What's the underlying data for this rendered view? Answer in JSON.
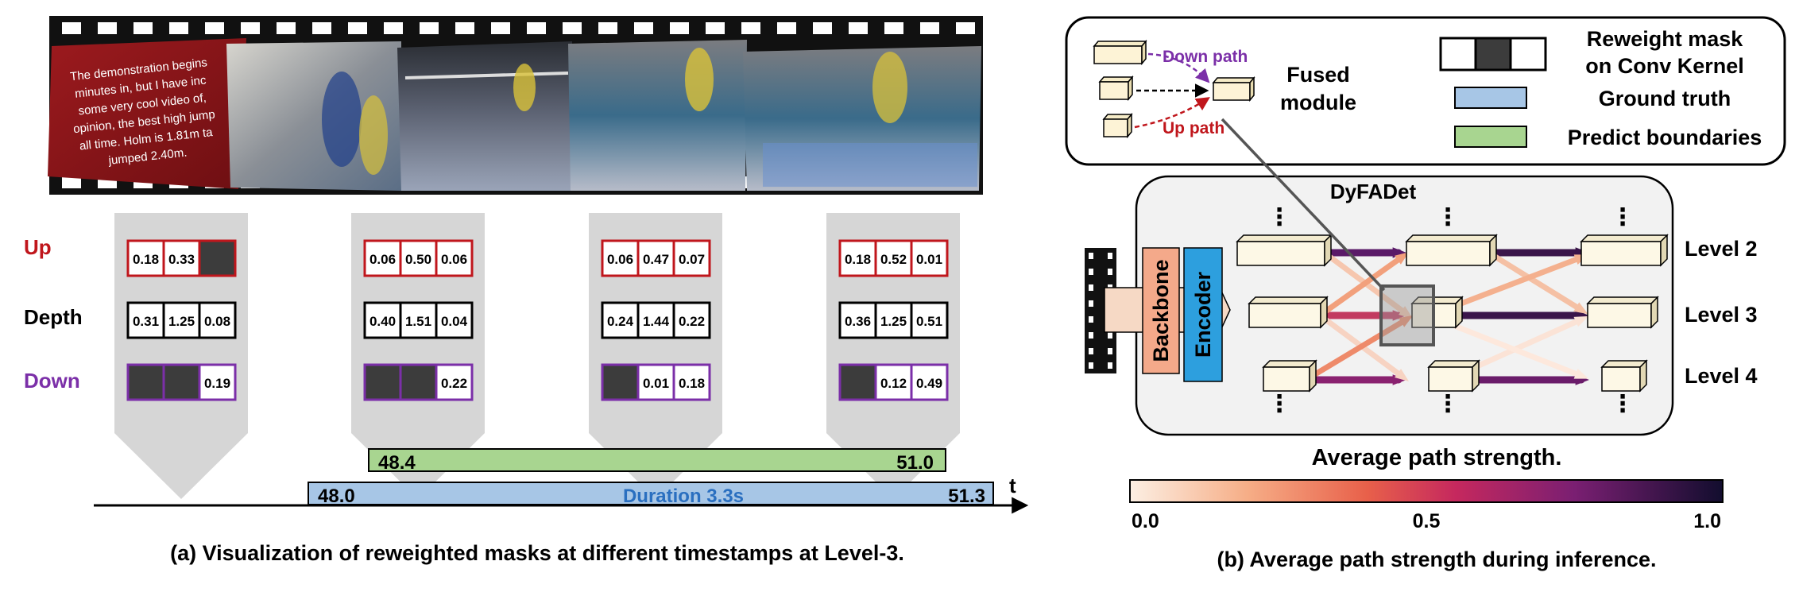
{
  "filmstrip": {
    "caption_text": [
      "The demonstration begins",
      "minutes in, but I have inc",
      "some very cool video of,",
      "opinion, the best high jump",
      "all time. Holm is 1.81m ta",
      "jumped 2.40m."
    ]
  },
  "rows": {
    "up_label": "Up",
    "depth_label": "Depth",
    "down_label": "Down"
  },
  "timestamps": [
    {
      "up": [
        "0.18",
        "0.33",
        ""
      ],
      "depth": [
        "0.31",
        "1.25",
        "0.08"
      ],
      "down": [
        "",
        "",
        "0.19"
      ]
    },
    {
      "up": [
        "0.06",
        "0.50",
        "0.06"
      ],
      "depth": [
        "0.40",
        "1.51",
        "0.04"
      ],
      "down": [
        "",
        "",
        "0.22"
      ]
    },
    {
      "up": [
        "0.06",
        "0.47",
        "0.07"
      ],
      "depth": [
        "0.24",
        "1.44",
        "0.22"
      ],
      "down": [
        "",
        "0.01",
        "0.18"
      ]
    },
    {
      "up": [
        "0.18",
        "0.52",
        "0.01"
      ],
      "depth": [
        "0.36",
        "1.25",
        "0.51"
      ],
      "down": [
        "",
        "0.12",
        "0.49"
      ]
    }
  ],
  "bars": {
    "prediction": {
      "start": "48.4",
      "end": "51.0"
    },
    "ground_truth": {
      "start": "48.0",
      "end": "51.3",
      "duration": "Duration 3.3s"
    },
    "axis_label": "t"
  },
  "captions": {
    "a": "(a) Visualization of reweighted masks at different timestamps at Level-3.",
    "b": "(b) Average path strength during inference."
  },
  "legend": {
    "down_path": "Down path",
    "up_path": "Up path",
    "fused_module": [
      "Fused",
      "module"
    ],
    "reweight_mask": [
      "Reweight mask",
      "on Conv Kernel"
    ],
    "ground_truth": "Ground truth",
    "predict_boundaries": "Predict boundaries"
  },
  "network": {
    "title": "DyFADet",
    "backbone": "Backbone",
    "encoder": "Encoder",
    "levels": [
      "Level 2",
      "Level 3",
      "Level 4"
    ],
    "dots": "⋮",
    "strength_title": "Average path strength."
  },
  "colorbar": {
    "ticks": [
      "0.0",
      "0.5",
      "1.0"
    ],
    "tick_values": [
      0.0,
      0.5,
      1.0
    ]
  },
  "colors": {
    "up": "#c0161c",
    "down": "#7b2fa8",
    "gt_bar": "#a7c6e6",
    "pred_bar": "#a8d590",
    "backbone": "#f4a98a",
    "encoder": "#2d9fde",
    "mask_dark": "#3c3c3c"
  }
}
